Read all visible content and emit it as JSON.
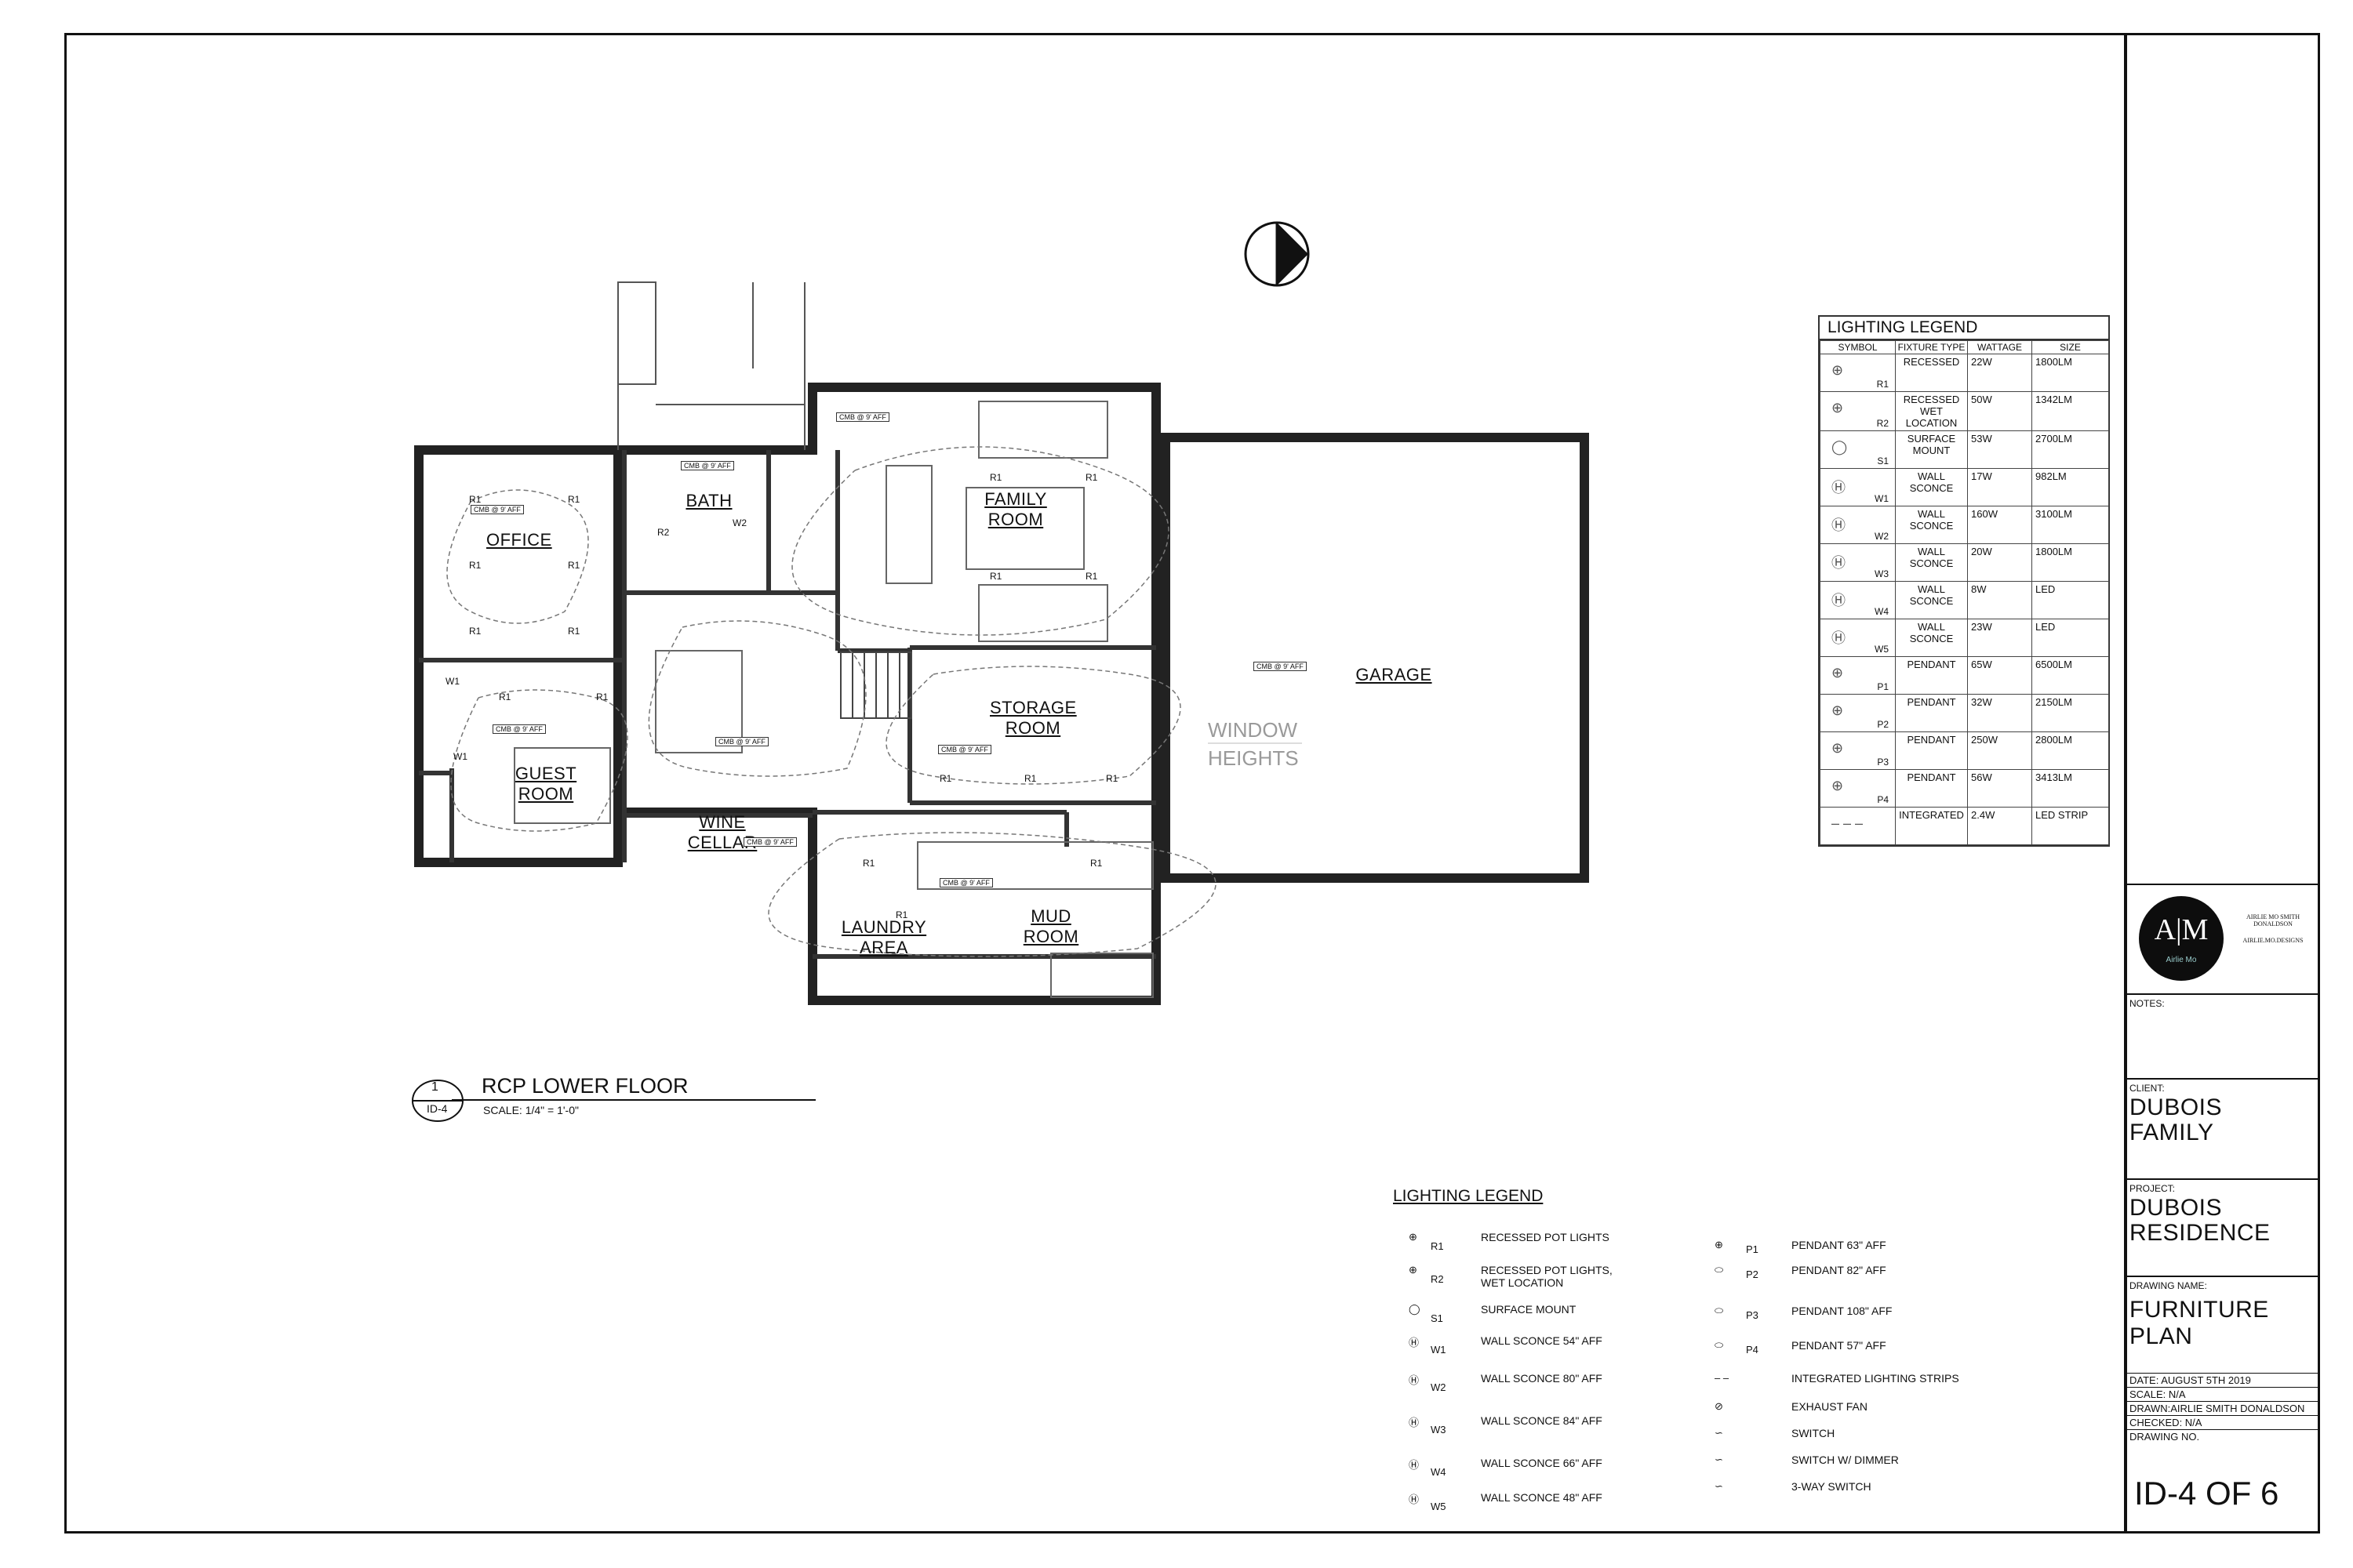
{
  "plan": {
    "north_arrow": "north-arrow-icon",
    "drawing_callout": {
      "number": "1",
      "sheet": "ID-4",
      "title": "RCP LOWER FLOOR",
      "scale": "SCALE: 1/4\" = 1'-0\""
    },
    "rooms": {
      "office": "OFFICE",
      "bath": "BATH",
      "family_1": "FAMILY",
      "family_2": "ROOM",
      "guest_1": "GUEST",
      "guest_2": "ROOM",
      "storage_1": "STORAGE",
      "storage_2": "ROOM",
      "wine_1": "WINE",
      "wine_2": "CELLAR",
      "laundry_1": "LAUNDRY",
      "laundry_2": "AREA",
      "mud_1": "MUD",
      "mud_2": "ROOM",
      "garage": "GARAGE",
      "window_1": "WINDOW",
      "window_2": "HEIGHTS"
    },
    "cmb_tag": "CMB @ 9' AFF",
    "fixture_tags": {
      "r1": "R1",
      "r2": "R2",
      "w1": "W1",
      "w2": "W2"
    }
  },
  "lighting_table": {
    "title": "LIGHTING LEGEND",
    "headers": [
      "SYMBOL",
      "FIXTURE TYPE",
      "WATTAGE",
      "SIZE"
    ],
    "rows": [
      {
        "sym": "R1",
        "type": "RECESSED",
        "watt": "22W",
        "size": "1800LM"
      },
      {
        "sym": "R2",
        "type": "RECESSED WET LOCATION",
        "watt": "50W",
        "size": "1342LM"
      },
      {
        "sym": "S1",
        "type": "SURFACE MOUNT",
        "watt": "53W",
        "size": "2700LM"
      },
      {
        "sym": "W1",
        "type": "WALL SCONCE",
        "watt": "17W",
        "size": "982LM"
      },
      {
        "sym": "W2",
        "type": "WALL SCONCE",
        "watt": "160W",
        "size": "3100LM"
      },
      {
        "sym": "W3",
        "type": "WALL SCONCE",
        "watt": "20W",
        "size": "1800LM"
      },
      {
        "sym": "W4",
        "type": "WALL SCONCE",
        "watt": "8W",
        "size": "LED"
      },
      {
        "sym": "W5",
        "type": "WALL SCONCE",
        "watt": "23W",
        "size": "LED"
      },
      {
        "sym": "P1",
        "type": "PENDANT",
        "watt": "65W",
        "size": "6500LM"
      },
      {
        "sym": "P2",
        "type": "PENDANT",
        "watt": "32W",
        "size": "2150LM"
      },
      {
        "sym": "P3",
        "type": "PENDANT",
        "watt": "250W",
        "size": "2800LM"
      },
      {
        "sym": "P4",
        "type": "PENDANT",
        "watt": "56W",
        "size": "3413LM"
      },
      {
        "sym": "",
        "type": "INTEGRATED",
        "watt": "2.4W",
        "size": "LED STRIP"
      }
    ]
  },
  "legend": {
    "title": "LIGHTING LEGEND",
    "left": [
      {
        "tag": "R1",
        "label": "RECESSED POT LIGHTS"
      },
      {
        "tag": "R2",
        "label": "RECESSED POT LIGHTS, WET LOCATION"
      },
      {
        "tag": "S1",
        "label": "SURFACE MOUNT"
      },
      {
        "tag": "W1",
        "label": "WALL SCONCE 54\" AFF"
      },
      {
        "tag": "W2",
        "label": "WALL SCONCE 80\" AFF"
      },
      {
        "tag": "W3",
        "label": "WALL SCONCE 84\" AFF"
      },
      {
        "tag": "W4",
        "label": "WALL SCONCE 66\" AFF"
      },
      {
        "tag": "W5",
        "label": "WALL SCONCE 48\" AFF"
      }
    ],
    "right": [
      {
        "tag": "P1",
        "label": "PENDANT 63\" AFF"
      },
      {
        "tag": "P2",
        "label": "PENDANT 82\" AFF"
      },
      {
        "tag": "P3",
        "label": "PENDANT 108\" AFF"
      },
      {
        "tag": "P4",
        "label": "PENDANT 57\" AFF"
      },
      {
        "tag": "",
        "label": "INTEGRATED LIGHTING STRIPS"
      },
      {
        "tag": "",
        "label": "EXHAUST FAN"
      },
      {
        "tag": "",
        "label": "SWITCH"
      },
      {
        "tag": "",
        "label": "SWITCH W/ DIMMER"
      },
      {
        "tag": "",
        "label": "3-WAY SWITCH"
      }
    ]
  },
  "title_block": {
    "logo_letters": "A|M",
    "logo_sub": "Airlie Mo",
    "company": "AIRLIE MO SMITH DONALDSON",
    "company_site": "AIRLIE.MO.DESIGNS",
    "notes_label": "NOTES:",
    "client_label": "CLIENT:",
    "client_1": "DUBOIS",
    "client_2": "FAMILY",
    "project_label": "PROJECT:",
    "project_1": "DUBOIS",
    "project_2": "RESIDENCE",
    "drawing_name_label": "DRAWING NAME:",
    "drawing_name_1": "FURNITURE",
    "drawing_name_2": "PLAN",
    "date": "DATE: AUGUST 5TH 2019",
    "scale": "SCALE:  N/A",
    "drawn": "DRAWN:AIRLIE SMITH DONALDSON",
    "checked": "CHECKED:  N/A",
    "drawing_no_label": "DRAWING NO.",
    "drawing_no": "ID-4 OF 6"
  }
}
